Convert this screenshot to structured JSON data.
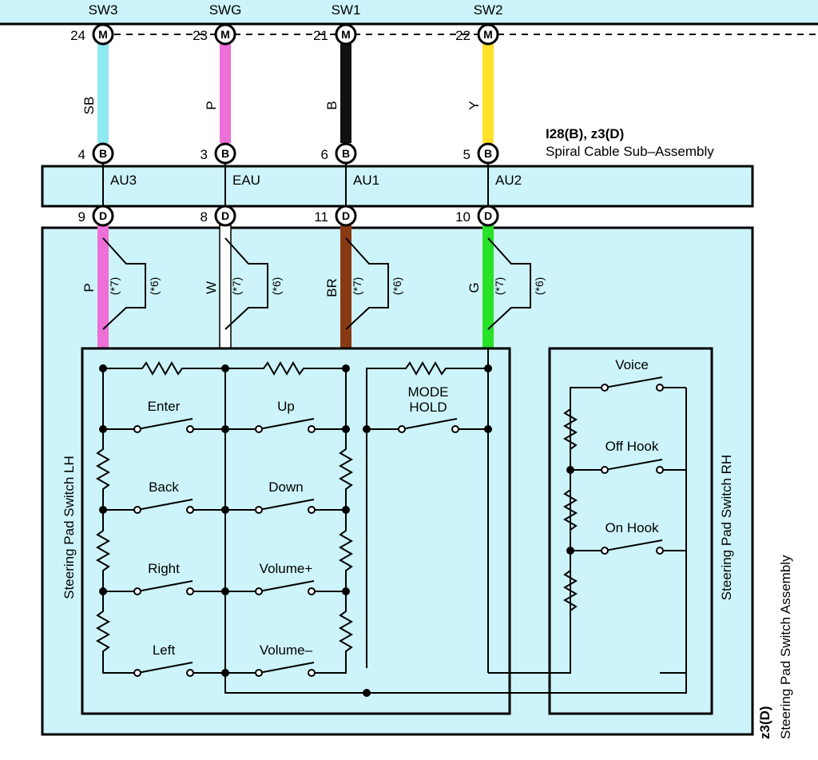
{
  "signals": [
    "SW3",
    "SWG",
    "SW1",
    "SW2"
  ],
  "connector_M": {
    "letter": "M",
    "pins": [
      "24",
      "23",
      "21",
      "22"
    ]
  },
  "connector_B": {
    "letter": "B",
    "pins": [
      "4",
      "3",
      "6",
      "5"
    ],
    "id": "I28(B), z3(D)",
    "name": "Spiral Cable Sub–Assembly"
  },
  "connector_D": {
    "letter": "D",
    "pins": [
      "9",
      "8",
      "11",
      "10"
    ]
  },
  "wire_colors_upper": [
    "SB",
    "P",
    "B",
    "Y"
  ],
  "wire_colors_lower": [
    "P",
    "W",
    "BR",
    "G"
  ],
  "wire_hex_upper": [
    "#8ee8f0",
    "#ee6fd8",
    "#111111",
    "#ffe12a"
  ],
  "wire_hex_lower": [
    "#ee6fd8",
    "#ffffff",
    "#8a3a12",
    "#28e228"
  ],
  "spiral_circuits": [
    "AU3",
    "EAU",
    "AU1",
    "AU2"
  ],
  "shield_notes": [
    "(*7)",
    "(*6)"
  ],
  "lh_switches": {
    "left_column": [
      "Enter",
      "Back",
      "Right",
      "Left"
    ],
    "right_column": [
      "Up",
      "Down",
      "Volume+",
      "Volume–"
    ]
  },
  "mode_switch": [
    "MODE",
    "HOLD"
  ],
  "rh_switches": [
    "Voice",
    "Off Hook",
    "On Hook"
  ],
  "labels": {
    "lh": "Steering Pad Switch LH",
    "rh": "Steering Pad Switch RH",
    "assembly_id": "z3(D)",
    "assembly_name": "Steering Pad Switch Assembly"
  },
  "colors": {
    "panel": "#cdf4fa",
    "line": "#000000"
  }
}
